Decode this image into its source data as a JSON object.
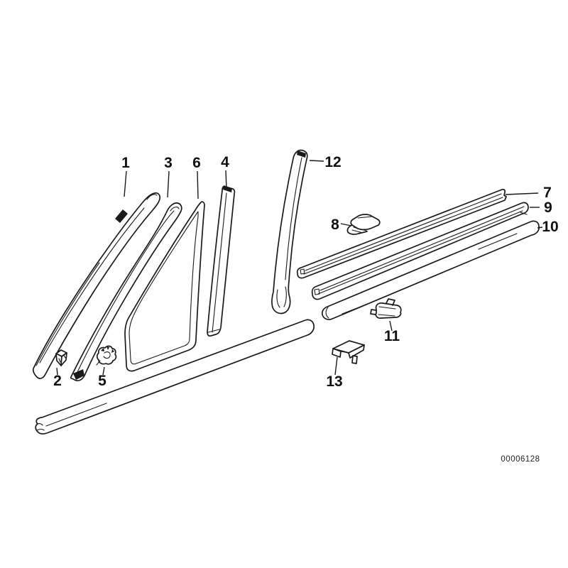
{
  "diagram": {
    "type": "technical-parts-illustration",
    "background_color": "#ffffff",
    "line_color": "#1a1a1a",
    "doc_number": "00006128",
    "part_labels": [
      {
        "number": "1"
      },
      {
        "number": "2"
      },
      {
        "number": "3"
      },
      {
        "number": "4"
      },
      {
        "number": "5"
      },
      {
        "number": "6"
      },
      {
        "number": "7"
      },
      {
        "number": "8"
      },
      {
        "number": "9"
      },
      {
        "number": "10"
      },
      {
        "number": "11"
      },
      {
        "number": "12"
      },
      {
        "number": "13"
      }
    ]
  }
}
